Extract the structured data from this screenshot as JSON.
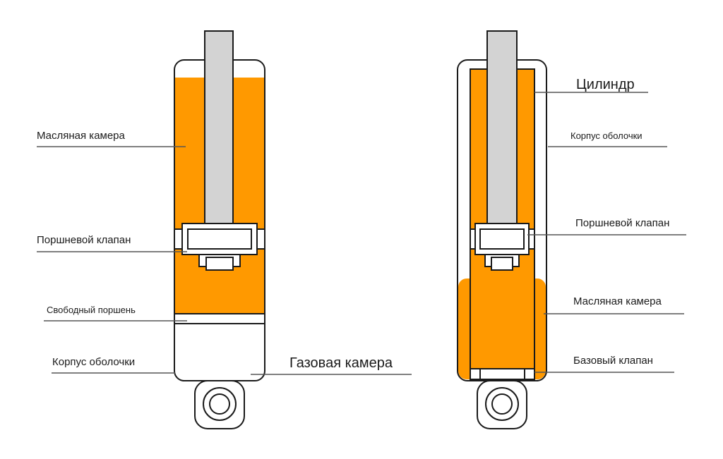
{
  "colors": {
    "oil": "#FF9900",
    "rod": "#D3D3D3",
    "outline": "#1a1a1a",
    "leader": "#555555"
  },
  "left_shock": {
    "oil_chamber": "Масляная камера",
    "piston_valve": "Поршневой клапан",
    "free_piston": "Свободный поршень",
    "outer_tube": "Корпус оболочки",
    "gas_chamber": "Газовая камера"
  },
  "right_shock": {
    "cylinder": "Цилиндр",
    "outer_tube": "Корпус оболочки",
    "piston_valve": "Поршневой клапан",
    "oil_chamber": "Масляная камера",
    "base_valve": "Базовый клапан"
  }
}
